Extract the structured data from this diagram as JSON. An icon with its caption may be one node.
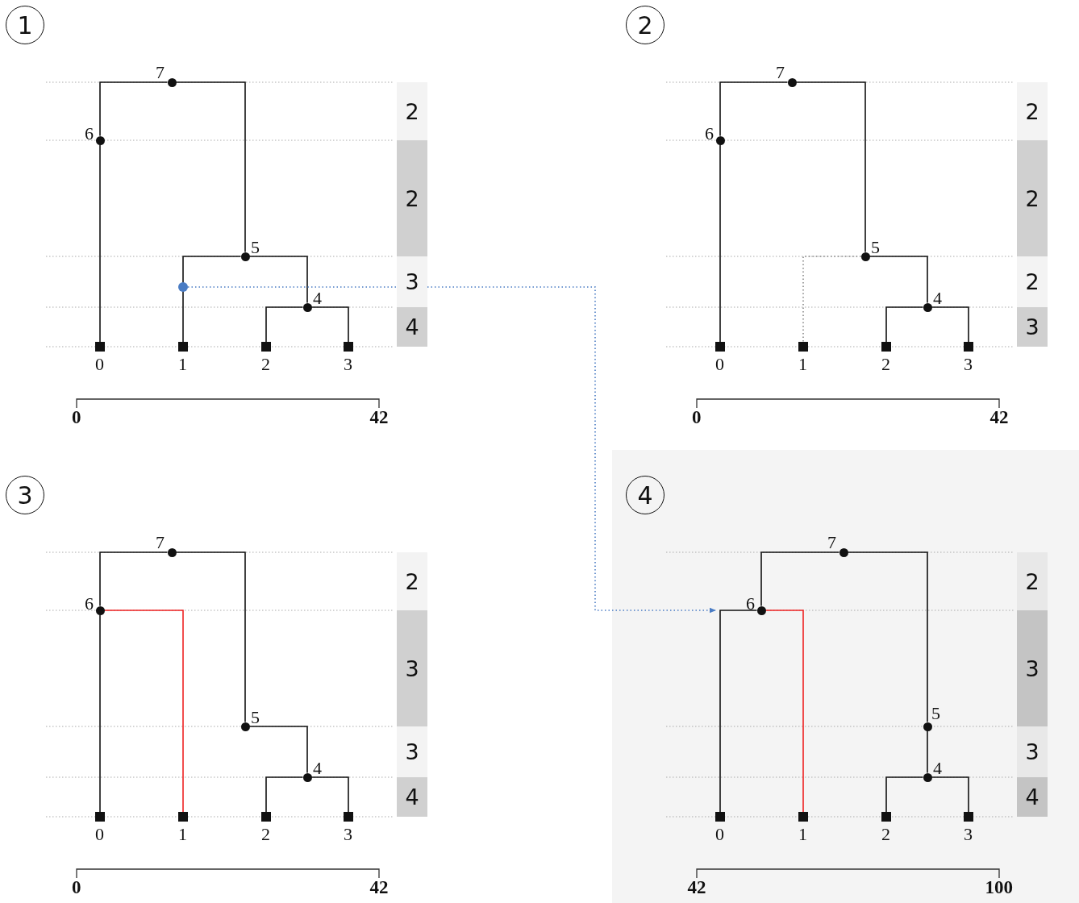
{
  "diagram": {
    "nodes": [
      {
        "text": [
          "1"
        ]
      },
      {
        "text": [
          "7"
        ]
      },
      {
        "text": [
          "6"
        ]
      },
      {
        "text": [
          "5"
        ]
      },
      {
        "text": [],
        "shape": "circle"
      },
      {
        "text": [
          "4"
        ]
      },
      {
        "text": [
          "0"
        ]
      },
      {
        "text": [
          "1"
        ]
      },
      {
        "text": [
          "2"
        ]
      },
      {
        "text": [
          "3"
        ]
      },
      {
        "text": [
          "2"
        ]
      },
      {
        "text": [
          "2"
        ]
      },
      {
        "text": [
          "3"
        ]
      },
      {
        "text": [
          "4"
        ]
      },
      {
        "text": [
          "2"
        ]
      },
      {
        "text": [
          "7"
        ]
      },
      {
        "text": [
          "6"
        ]
      },
      {
        "text": [
          "5"
        ]
      },
      {
        "text": [
          "4"
        ]
      },
      {
        "text": [
          "0"
        ]
      },
      {
        "text": [
          "1"
        ]
      },
      {
        "text": [
          "2"
        ]
      },
      {
        "text": [
          "3"
        ]
      },
      {
        "text": [
          "2"
        ]
      },
      {
        "text": [
          "2"
        ]
      },
      {
        "text": [
          "2"
        ]
      },
      {
        "text": [
          "3"
        ]
      },
      {
        "text": [
          "3"
        ]
      },
      {
        "text": [
          "7"
        ]
      },
      {
        "text": [
          "6"
        ]
      },
      {
        "text": [
          "5"
        ]
      },
      {
        "text": [
          "4"
        ]
      },
      {
        "text": [
          "0"
        ]
      },
      {
        "text": [
          "1"
        ]
      },
      {
        "text": [
          "2"
        ]
      },
      {
        "text": [
          "3"
        ]
      },
      {
        "text": [
          "2"
        ]
      },
      {
        "text": [
          "3"
        ]
      },
      {
        "text": [
          "3"
        ]
      },
      {
        "text": [
          "4"
        ]
      },
      {
        "text": [
          "4"
        ]
      },
      {
        "text": [
          "7"
        ]
      },
      {
        "text": [
          "6"
        ]
      },
      {
        "text": [
          "5"
        ]
      },
      {
        "text": [
          "4"
        ]
      },
      {
        "text": [
          "0"
        ]
      },
      {
        "text": [
          "1"
        ]
      },
      {
        "text": [
          "2"
        ]
      },
      {
        "text": [
          "3"
        ]
      },
      {
        "text": [
          "2"
        ]
      },
      {
        "text": [
          "3"
        ]
      },
      {
        "text": [
          "3"
        ]
      },
      {
        "text": [
          "4"
        ]
      }
    ],
    "edges": [
      {
        "from": 1,
        "to": 2,
        "arrow": "none"
      },
      {
        "from": 1,
        "to": 3,
        "arrow": "none"
      },
      {
        "from": 2,
        "to": 6,
        "arrow": "none"
      },
      {
        "from": 3,
        "to": 7,
        "arrow": "none"
      },
      {
        "from": 3,
        "to": 5,
        "arrow": "none"
      },
      {
        "from": 5,
        "to": 8,
        "arrow": "none"
      },
      {
        "from": 5,
        "to": 9,
        "arrow": "none"
      },
      {
        "from": 15,
        "to": 16,
        "arrow": "none"
      },
      {
        "from": 15,
        "to": 17,
        "arrow": "none"
      },
      {
        "from": 16,
        "to": 19,
        "arrow": "none"
      },
      {
        "from": 17,
        "to": 20,
        "arrow": "none",
        "style": "dashed",
        "color": "#888888"
      },
      {
        "from": 17,
        "to": 18,
        "arrow": "none"
      },
      {
        "from": 18,
        "to": 21,
        "arrow": "none"
      },
      {
        "from": 18,
        "to": 22,
        "arrow": "none"
      },
      {
        "from": 28,
        "to": 29,
        "arrow": "none"
      },
      {
        "from": 28,
        "to": 30,
        "arrow": "none"
      },
      {
        "from": 29,
        "to": 32,
        "arrow": "none"
      },
      {
        "from": 29,
        "to": 33,
        "arrow": "none",
        "color": "#ee2222"
      },
      {
        "from": 30,
        "to": 31,
        "arrow": "none"
      },
      {
        "from": 31,
        "to": 34,
        "arrow": "none"
      },
      {
        "from": 31,
        "to": 35,
        "arrow": "none"
      },
      {
        "from": 41,
        "to": 42,
        "arrow": "none"
      },
      {
        "from": 41,
        "to": 43,
        "arrow": "none"
      },
      {
        "from": 42,
        "to": 45,
        "arrow": "none"
      },
      {
        "from": 42,
        "to": 46,
        "arrow": "none",
        "color": "#ee2222"
      },
      {
        "from": 43,
        "to": 44,
        "arrow": "none"
      },
      {
        "from": 44,
        "to": 47,
        "arrow": "none"
      },
      {
        "from": 44,
        "to": 48,
        "arrow": "none"
      },
      {
        "from": 4,
        "to": null,
        "arrow": "to",
        "style": "dashed",
        "color": "#4a7cc4"
      }
    ],
    "labels": [
      "0",
      "42",
      "0",
      "42",
      "0",
      "42",
      "42",
      "100"
    ]
  }
}
